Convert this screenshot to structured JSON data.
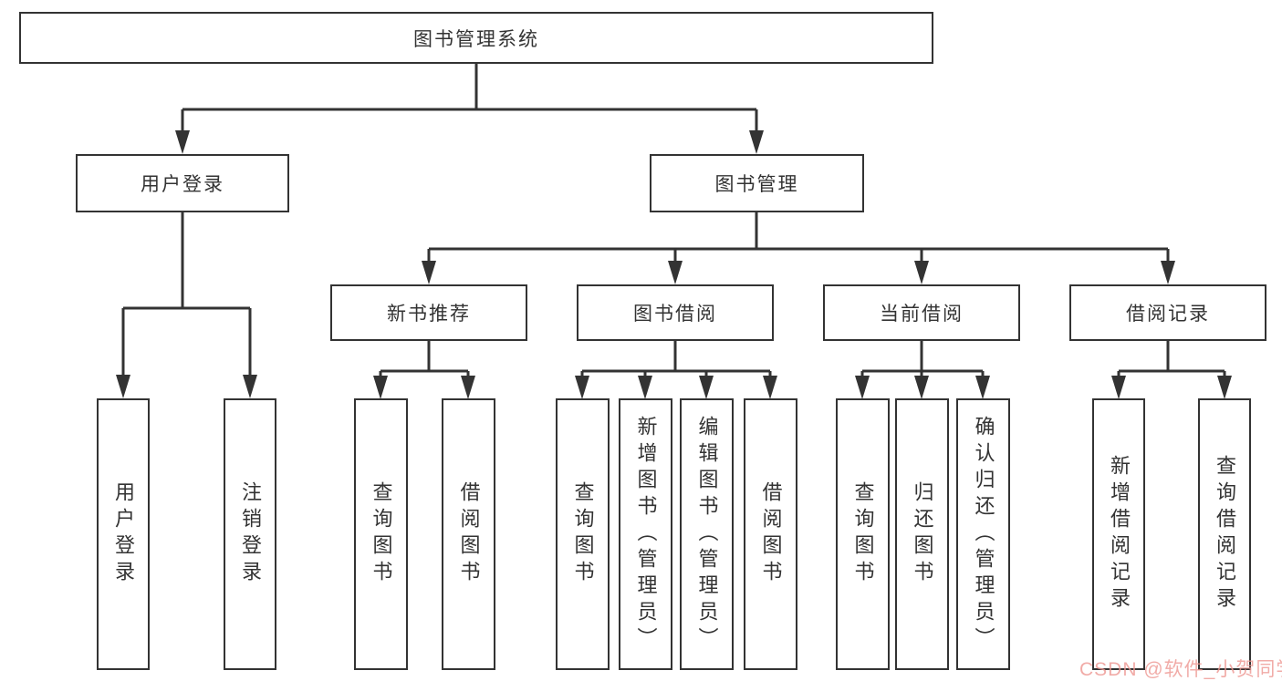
{
  "diagram_title": "图书管理系统",
  "tree": {
    "root": {
      "label": "图书管理系统"
    },
    "branches": [
      {
        "label": "用户登录",
        "children": [
          {
            "label": "用户登录"
          },
          {
            "label": "注销登录"
          }
        ]
      },
      {
        "label": "图书管理",
        "children": [
          {
            "label": "新书推荐",
            "children": [
              {
                "label": "查询图书"
              },
              {
                "label": "借阅图书"
              }
            ]
          },
          {
            "label": "图书借阅",
            "children": [
              {
                "label": "查询图书"
              },
              {
                "label": "新增图书（管理员）"
              },
              {
                "label": "编辑图书（管理员）"
              },
              {
                "label": "借阅图书"
              }
            ]
          },
          {
            "label": "当前借阅",
            "children": [
              {
                "label": "查询图书"
              },
              {
                "label": "归还图书"
              },
              {
                "label": "确认归还（管理员）"
              }
            ]
          },
          {
            "label": "借阅记录",
            "children": [
              {
                "label": "新增借阅记录"
              },
              {
                "label": "查询借阅记录"
              }
            ]
          }
        ]
      }
    ]
  },
  "watermark": {
    "text": "CSDN @软件_小贺同学",
    "color": "#EE9691"
  },
  "colors": {
    "background": "#ffffff",
    "box_fill": "#ffffff",
    "box_border": "#333333",
    "text": "#333333",
    "connector": "#333333"
  }
}
